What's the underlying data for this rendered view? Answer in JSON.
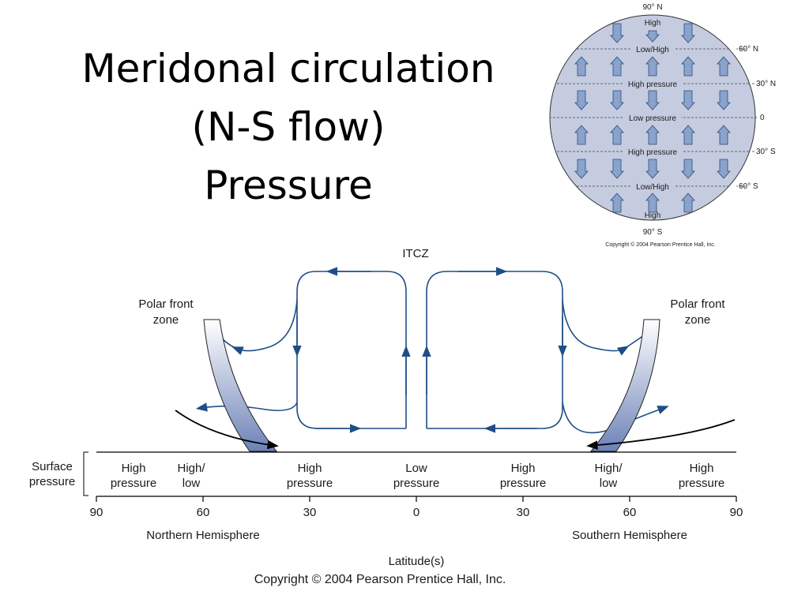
{
  "slide": {
    "title_lines": [
      "Meridonal circulation",
      "(N-S flow)",
      "Pressure"
    ]
  },
  "globe": {
    "top_label": "90° N",
    "bottom_label": "90° S",
    "pole_label_top": "High",
    "pole_label_bottom": "High",
    "bands": [
      {
        "label": "Low/High",
        "lat": "60° N"
      },
      {
        "label": "High pressure",
        "lat": "30° N"
      },
      {
        "label": "Low pressure",
        "lat": "0"
      },
      {
        "label": "High pressure",
        "lat": "30° S"
      },
      {
        "label": "Low/High",
        "lat": "60° S"
      }
    ],
    "copyright": "Copyright © 2004 Pearson Prentice Hall, Inc."
  },
  "diagram": {
    "itcz_label": "ITCZ",
    "polar_front_left": [
      "Polar front",
      "zone"
    ],
    "polar_front_right": [
      "Polar front",
      "zone"
    ],
    "surface_pressure_label": [
      "Surface",
      "pressure"
    ],
    "pressure_labels": [
      [
        "High",
        "pressure"
      ],
      [
        "High/",
        "low"
      ],
      [
        "High",
        "pressure"
      ],
      [
        "Low",
        "pressure"
      ],
      [
        "High",
        "pressure"
      ],
      [
        "High/",
        "low"
      ],
      [
        "High",
        "pressure"
      ]
    ],
    "ticks": [
      "90",
      "60",
      "30",
      "0",
      "30",
      "60",
      "90"
    ],
    "northern_label": "Northern Hemisphere",
    "southern_label": "Southern Hemisphere",
    "axis_label": "Latitude(s)",
    "copyright": "Copyright © 2004 Pearson Prentice Hall, Inc."
  },
  "colors": {
    "cell_line": "#1f4e86",
    "globe_fill": "#c5cce0",
    "arrow_fill": "#8aa3cc"
  }
}
